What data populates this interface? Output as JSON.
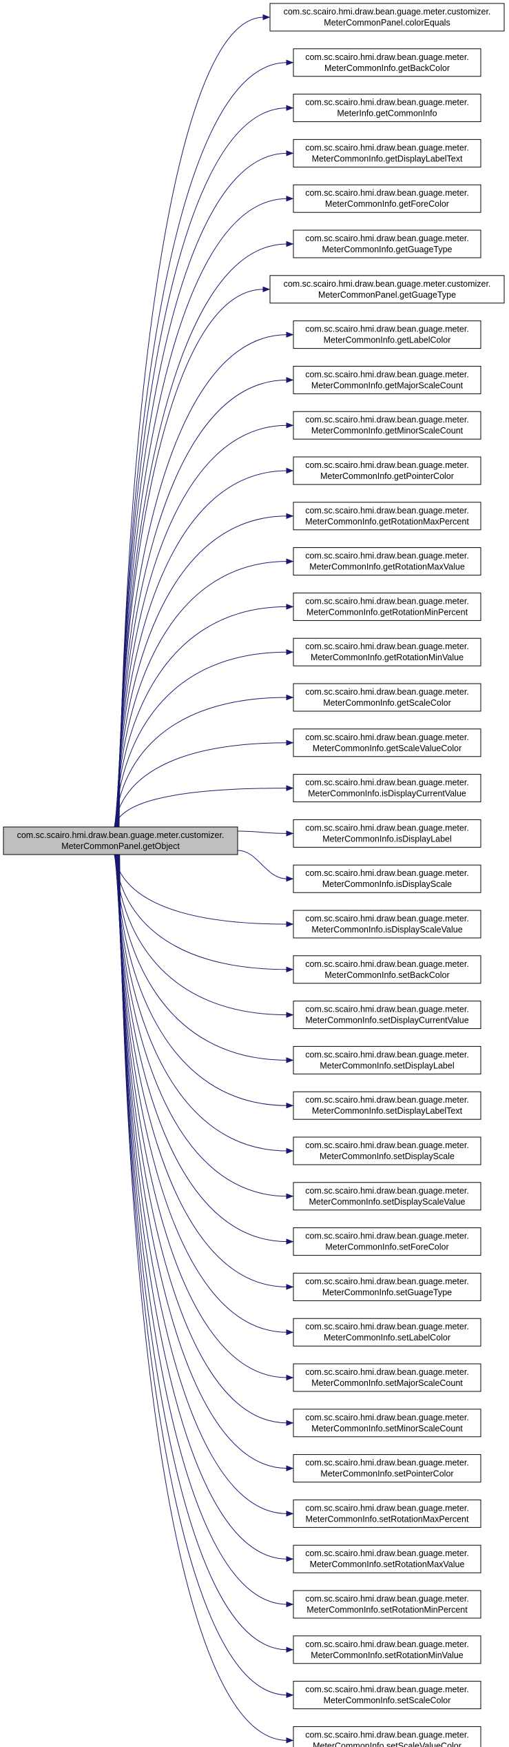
{
  "diagram": {
    "root": {
      "line1": "com.sc.scairo.hmi.draw.bean.guage.meter.customizer.",
      "line2": "MeterCommonPanel.getObject"
    },
    "callees": [
      {
        "line1": "com.sc.scairo.hmi.draw.bean.guage.meter.customizer.",
        "line2": "MeterCommonPanel.colorEquals"
      },
      {
        "line1": "com.sc.scairo.hmi.draw.bean.guage.meter.",
        "line2": "MeterCommonInfo.getBackColor"
      },
      {
        "line1": "com.sc.scairo.hmi.draw.bean.guage.meter.",
        "line2": "MeterInfo.getCommonInfo"
      },
      {
        "line1": "com.sc.scairo.hmi.draw.bean.guage.meter.",
        "line2": "MeterCommonInfo.getDisplayLabelText"
      },
      {
        "line1": "com.sc.scairo.hmi.draw.bean.guage.meter.",
        "line2": "MeterCommonInfo.getForeColor"
      },
      {
        "line1": "com.sc.scairo.hmi.draw.bean.guage.meter.",
        "line2": "MeterCommonInfo.getGuageType"
      },
      {
        "line1": "com.sc.scairo.hmi.draw.bean.guage.meter.customizer.",
        "line2": "MeterCommonPanel.getGuageType"
      },
      {
        "line1": "com.sc.scairo.hmi.draw.bean.guage.meter.",
        "line2": "MeterCommonInfo.getLabelColor"
      },
      {
        "line1": "com.sc.scairo.hmi.draw.bean.guage.meter.",
        "line2": "MeterCommonInfo.getMajorScaleCount"
      },
      {
        "line1": "com.sc.scairo.hmi.draw.bean.guage.meter.",
        "line2": "MeterCommonInfo.getMinorScaleCount"
      },
      {
        "line1": "com.sc.scairo.hmi.draw.bean.guage.meter.",
        "line2": "MeterCommonInfo.getPointerColor"
      },
      {
        "line1": "com.sc.scairo.hmi.draw.bean.guage.meter.",
        "line2": "MeterCommonInfo.getRotationMaxPercent"
      },
      {
        "line1": "com.sc.scairo.hmi.draw.bean.guage.meter.",
        "line2": "MeterCommonInfo.getRotationMaxValue"
      },
      {
        "line1": "com.sc.scairo.hmi.draw.bean.guage.meter.",
        "line2": "MeterCommonInfo.getRotationMinPercent"
      },
      {
        "line1": "com.sc.scairo.hmi.draw.bean.guage.meter.",
        "line2": "MeterCommonInfo.getRotationMinValue"
      },
      {
        "line1": "com.sc.scairo.hmi.draw.bean.guage.meter.",
        "line2": "MeterCommonInfo.getScaleColor"
      },
      {
        "line1": "com.sc.scairo.hmi.draw.bean.guage.meter.",
        "line2": "MeterCommonInfo.getScaleValueColor"
      },
      {
        "line1": "com.sc.scairo.hmi.draw.bean.guage.meter.",
        "line2": "MeterCommonInfo.isDisplayCurrentValue"
      },
      {
        "line1": "com.sc.scairo.hmi.draw.bean.guage.meter.",
        "line2": "MeterCommonInfo.isDisplayLabel"
      },
      {
        "line1": "com.sc.scairo.hmi.draw.bean.guage.meter.",
        "line2": "MeterCommonInfo.isDisplayScale"
      },
      {
        "line1": "com.sc.scairo.hmi.draw.bean.guage.meter.",
        "line2": "MeterCommonInfo.isDisplayScaleValue"
      },
      {
        "line1": "com.sc.scairo.hmi.draw.bean.guage.meter.",
        "line2": "MeterCommonInfo.setBackColor"
      },
      {
        "line1": "com.sc.scairo.hmi.draw.bean.guage.meter.",
        "line2": "MeterCommonInfo.setDisplayCurrentValue"
      },
      {
        "line1": "com.sc.scairo.hmi.draw.bean.guage.meter.",
        "line2": "MeterCommonInfo.setDisplayLabel"
      },
      {
        "line1": "com.sc.scairo.hmi.draw.bean.guage.meter.",
        "line2": "MeterCommonInfo.setDisplayLabelText"
      },
      {
        "line1": "com.sc.scairo.hmi.draw.bean.guage.meter.",
        "line2": "MeterCommonInfo.setDisplayScale"
      },
      {
        "line1": "com.sc.scairo.hmi.draw.bean.guage.meter.",
        "line2": "MeterCommonInfo.setDisplayScaleValue"
      },
      {
        "line1": "com.sc.scairo.hmi.draw.bean.guage.meter.",
        "line2": "MeterCommonInfo.setForeColor"
      },
      {
        "line1": "com.sc.scairo.hmi.draw.bean.guage.meter.",
        "line2": "MeterCommonInfo.setGuageType"
      },
      {
        "line1": "com.sc.scairo.hmi.draw.bean.guage.meter.",
        "line2": "MeterCommonInfo.setLabelColor"
      },
      {
        "line1": "com.sc.scairo.hmi.draw.bean.guage.meter.",
        "line2": "MeterCommonInfo.setMajorScaleCount"
      },
      {
        "line1": "com.sc.scairo.hmi.draw.bean.guage.meter.",
        "line2": "MeterCommonInfo.setMinorScaleCount"
      },
      {
        "line1": "com.sc.scairo.hmi.draw.bean.guage.meter.",
        "line2": "MeterCommonInfo.setPointerColor"
      },
      {
        "line1": "com.sc.scairo.hmi.draw.bean.guage.meter.",
        "line2": "MeterCommonInfo.setRotationMaxPercent"
      },
      {
        "line1": "com.sc.scairo.hmi.draw.bean.guage.meter.",
        "line2": "MeterCommonInfo.setRotationMaxValue"
      },
      {
        "line1": "com.sc.scairo.hmi.draw.bean.guage.meter.",
        "line2": "MeterCommonInfo.setRotationMinPercent"
      },
      {
        "line1": "com.sc.scairo.hmi.draw.bean.guage.meter.",
        "line2": "MeterCommonInfo.setRotationMinValue"
      },
      {
        "line1": "com.sc.scairo.hmi.draw.bean.guage.meter.",
        "line2": "MeterCommonInfo.setScaleColor"
      },
      {
        "line1": "com.sc.scairo.hmi.draw.bean.guage.meter.",
        "line2": "MeterCommonInfo.setScaleValueColor"
      }
    ],
    "colors": {
      "edge": "#191970",
      "root_fill": "#bfbfbf",
      "node_fill": "#ffffff",
      "node_border": "#000000"
    }
  }
}
